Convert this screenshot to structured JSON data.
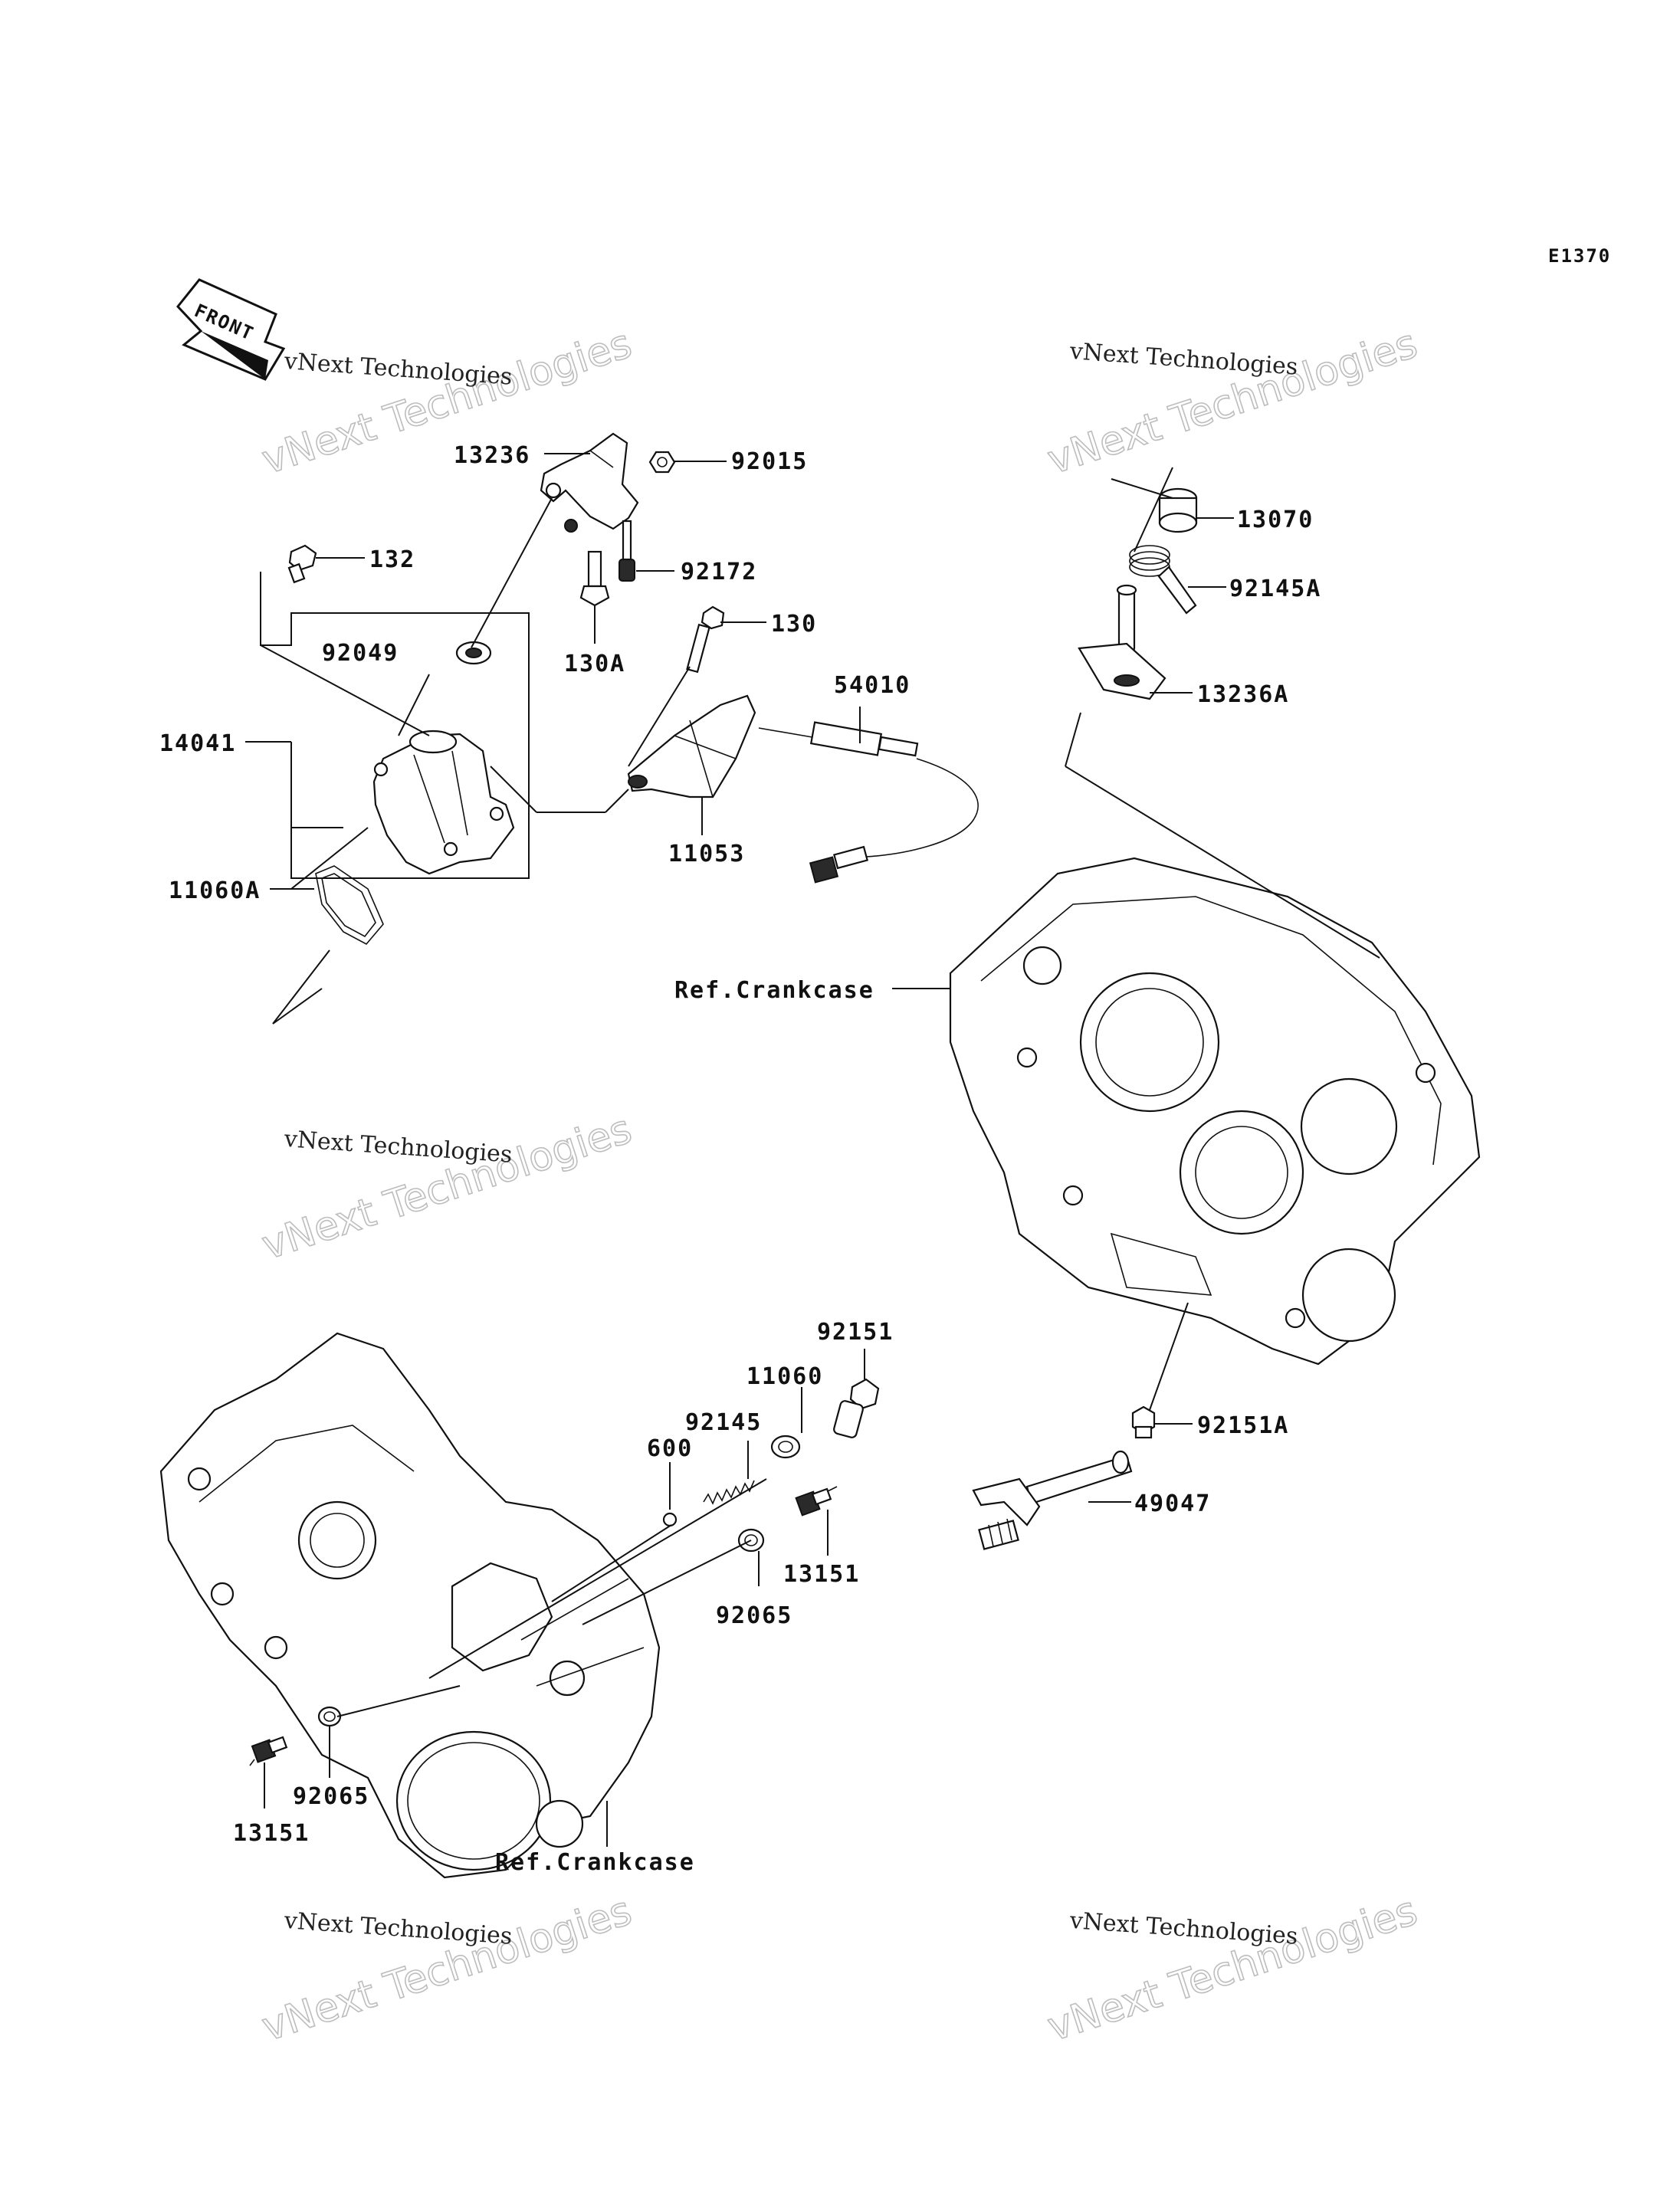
{
  "diagram_code": "E1370",
  "front_label": "FRONT",
  "watermark": {
    "line1": "vNext Technologies",
    "line2": "vNext Technologies"
  },
  "parts": [
    {
      "id": "p13236",
      "label": "13236"
    },
    {
      "id": "p92015",
      "label": "92015"
    },
    {
      "id": "p132",
      "label": "132"
    },
    {
      "id": "p92172",
      "label": "92172"
    },
    {
      "id": "p92049",
      "label": "92049"
    },
    {
      "id": "p130A",
      "label": "130A"
    },
    {
      "id": "p130",
      "label": "130"
    },
    {
      "id": "p14041",
      "label": "14041"
    },
    {
      "id": "p54010",
      "label": "54010"
    },
    {
      "id": "p11053",
      "label": "11053"
    },
    {
      "id": "p11060A",
      "label": "11060A"
    },
    {
      "id": "p13070",
      "label": "13070"
    },
    {
      "id": "p92145A",
      "label": "92145A"
    },
    {
      "id": "p13236A",
      "label": "13236A"
    },
    {
      "id": "pRefUpper",
      "label": "Ref.Crankcase"
    },
    {
      "id": "p92151",
      "label": "92151"
    },
    {
      "id": "p11060",
      "label": "11060"
    },
    {
      "id": "p92145",
      "label": "92145"
    },
    {
      "id": "p600",
      "label": "600"
    },
    {
      "id": "p92151A",
      "label": "92151A"
    },
    {
      "id": "p49047",
      "label": "49047"
    },
    {
      "id": "p13151",
      "label": "13151"
    },
    {
      "id": "p92065",
      "label": "92065"
    },
    {
      "id": "p92065b",
      "label": "92065"
    },
    {
      "id": "p13151b",
      "label": "13151"
    },
    {
      "id": "pRefLower",
      "label": "Ref.Crankcase"
    }
  ]
}
